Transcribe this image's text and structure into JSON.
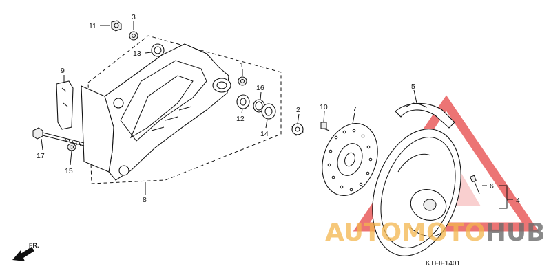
{
  "diagram_code": "KTFIF1401",
  "front_label": "FR.",
  "callouts": {
    "c1": "1",
    "c2": "2",
    "c3": "3",
    "c4": "4",
    "c5": "5",
    "c6": "6",
    "c7": "7",
    "c8": "8",
    "c9": "9",
    "c10": "10",
    "c11": "11",
    "c12": "12",
    "c13": "13",
    "c14": "14",
    "c15": "15",
    "c16": "16",
    "c17": "17"
  },
  "watermark": {
    "part1": "AUTO",
    "part2": "MOTO",
    "part3": "HUB"
  }
}
